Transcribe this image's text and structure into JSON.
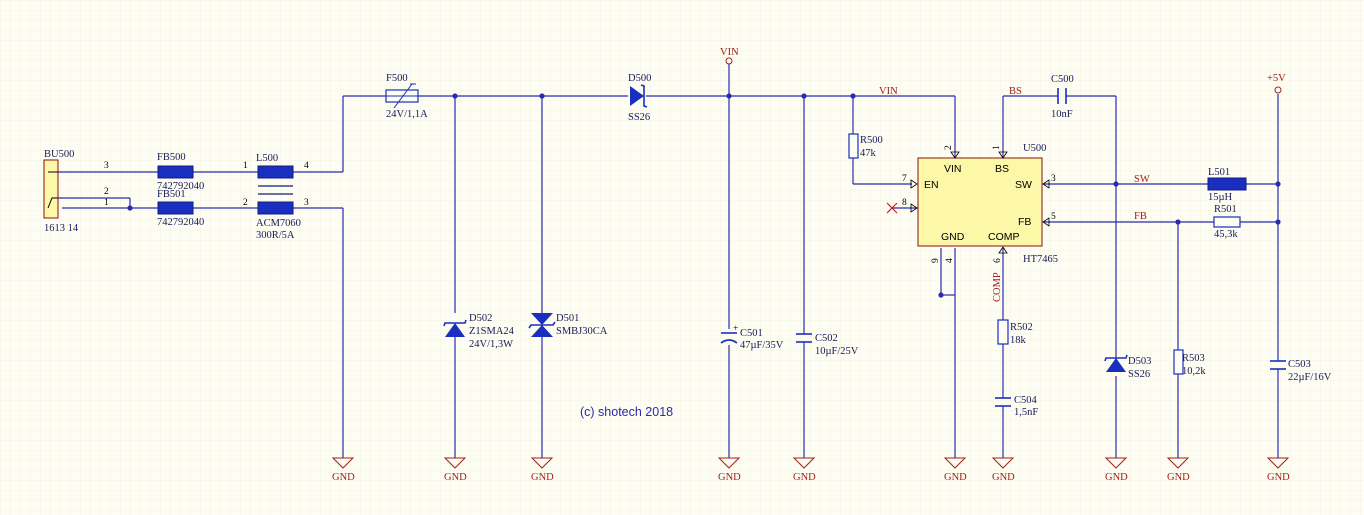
{
  "colors": {
    "background": "#fdfdf3",
    "grid": "#ecebd6",
    "wire": "#2b2bb0",
    "component_body": "#1a2fbf",
    "ic_fill": "#fdf7a8",
    "net_label": "#a0201a",
    "designator": "#1a1a5a"
  },
  "copyright": "(c) shotech 2018",
  "connector": {
    "ref": "BU500",
    "value": "1613 14",
    "pins": [
      "3",
      "2",
      "1"
    ]
  },
  "ferrites": [
    {
      "ref": "FB500",
      "value": "742792040"
    },
    {
      "ref": "FB501",
      "value": "742792040"
    }
  ],
  "choke": {
    "ref": "L500",
    "value": "ACM7060",
    "rating": "300R/5A",
    "pins": [
      "1",
      "4",
      "2",
      "3"
    ]
  },
  "fuse": {
    "ref": "F500",
    "value": "24V/1,1A"
  },
  "tvs": [
    {
      "ref": "D502",
      "value": "Z1SMA24",
      "rating": "24V/1,3W"
    },
    {
      "ref": "D501",
      "value": "SMBJ30CA"
    }
  ],
  "schottky": [
    {
      "ref": "D500",
      "value": "SS26"
    },
    {
      "ref": "D503",
      "value": "SS26"
    }
  ],
  "capacitors": [
    {
      "ref": "C501",
      "value": "47µF/35V"
    },
    {
      "ref": "C502",
      "value": "10µF/25V"
    },
    {
      "ref": "C500",
      "value": "10nF"
    },
    {
      "ref": "C504",
      "value": "1,5nF"
    },
    {
      "ref": "C503",
      "value": "22µF/16V"
    }
  ],
  "resistors": [
    {
      "ref": "R500",
      "value": "47k"
    },
    {
      "ref": "R502",
      "value": "18k"
    },
    {
      "ref": "R501",
      "value": "45,3k"
    },
    {
      "ref": "R503",
      "value": "10,2k"
    }
  ],
  "inductor": {
    "ref": "L501",
    "value": "15µH"
  },
  "ic": {
    "ref": "U500",
    "part": "HT7465",
    "pin_names": {
      "vin": "VIN",
      "bs": "BS",
      "en": "EN",
      "sw": "SW",
      "fb": "FB",
      "gnd": "GND",
      "comp": "COMP"
    },
    "pin_numbers": {
      "vin": "2",
      "bs": "1",
      "en": "7",
      "nc": "8",
      "sw": "3",
      "fb": "5",
      "gnd": "9",
      "gnd2": "4",
      "comp": "6"
    }
  },
  "nets": {
    "vin": "VIN",
    "bs": "BS",
    "sw": "SW",
    "fb": "FB",
    "comp": "COMP",
    "gnd": "GND",
    "plus5v": "+5V"
  }
}
